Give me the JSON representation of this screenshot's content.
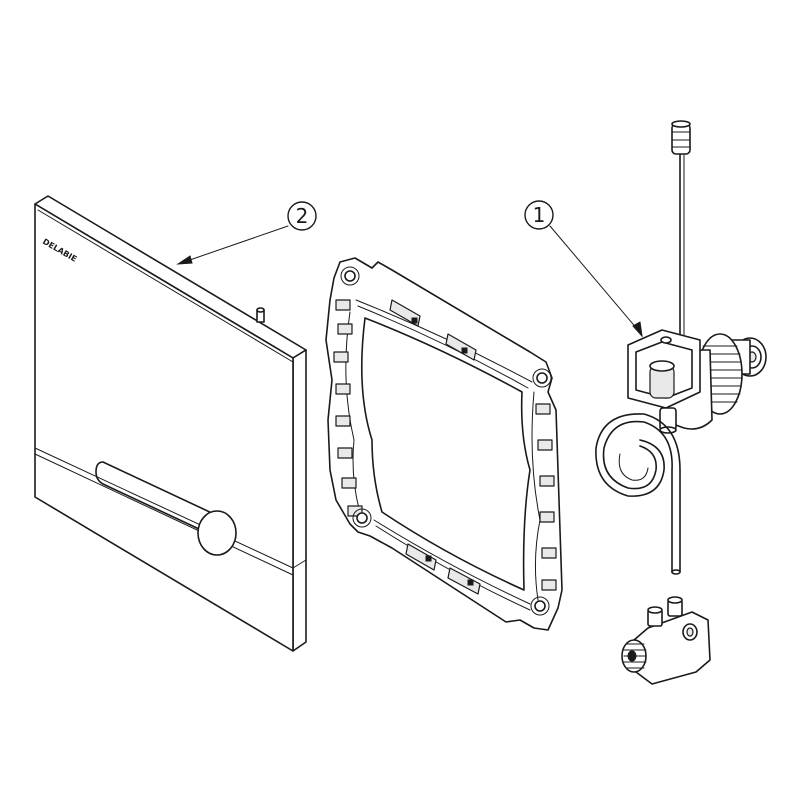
{
  "diagram": {
    "callouts": [
      {
        "id": "callout-1",
        "label": "1",
        "points_to": "valve-assembly"
      },
      {
        "id": "callout-2",
        "label": "2",
        "points_to": "cover-plate"
      }
    ],
    "brand_logo": "DELABIE",
    "components": [
      {
        "id": "cover-plate",
        "description_icon": "cover-plate"
      },
      {
        "id": "mounting-frame",
        "description_icon": "mounting-frame"
      },
      {
        "id": "valve-assembly",
        "description_icon": "solenoid-valve"
      },
      {
        "id": "coiled-tube",
        "description_icon": "coiled-tube"
      },
      {
        "id": "connector-fitting",
        "description_icon": "t-connector"
      }
    ],
    "colors": {
      "line": "#1a1a1a",
      "background": "#ffffff",
      "shade": "#e9e9e9"
    }
  }
}
